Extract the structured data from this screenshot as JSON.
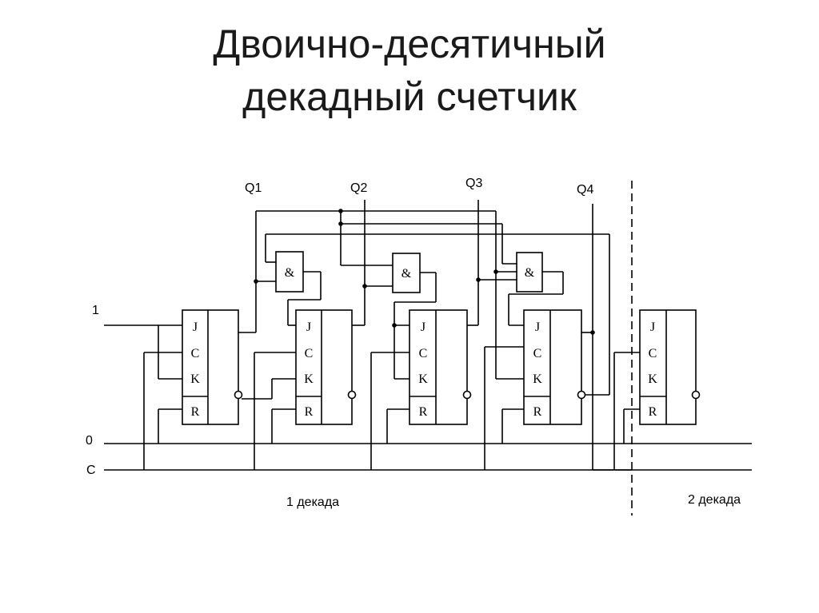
{
  "title": {
    "line1": "Двоично-десятичный",
    "line2": "декадный счетчик"
  },
  "diagram": {
    "inputs": {
      "one": "1",
      "zero": "0",
      "clock": "C"
    },
    "outputs": [
      "Q1",
      "Q2",
      "Q3",
      "Q4"
    ],
    "pins": {
      "j": "J",
      "c": "C",
      "k": "K",
      "r": "R"
    },
    "and_symbol": "&",
    "sections": [
      "1 декада",
      "2 декада"
    ]
  }
}
